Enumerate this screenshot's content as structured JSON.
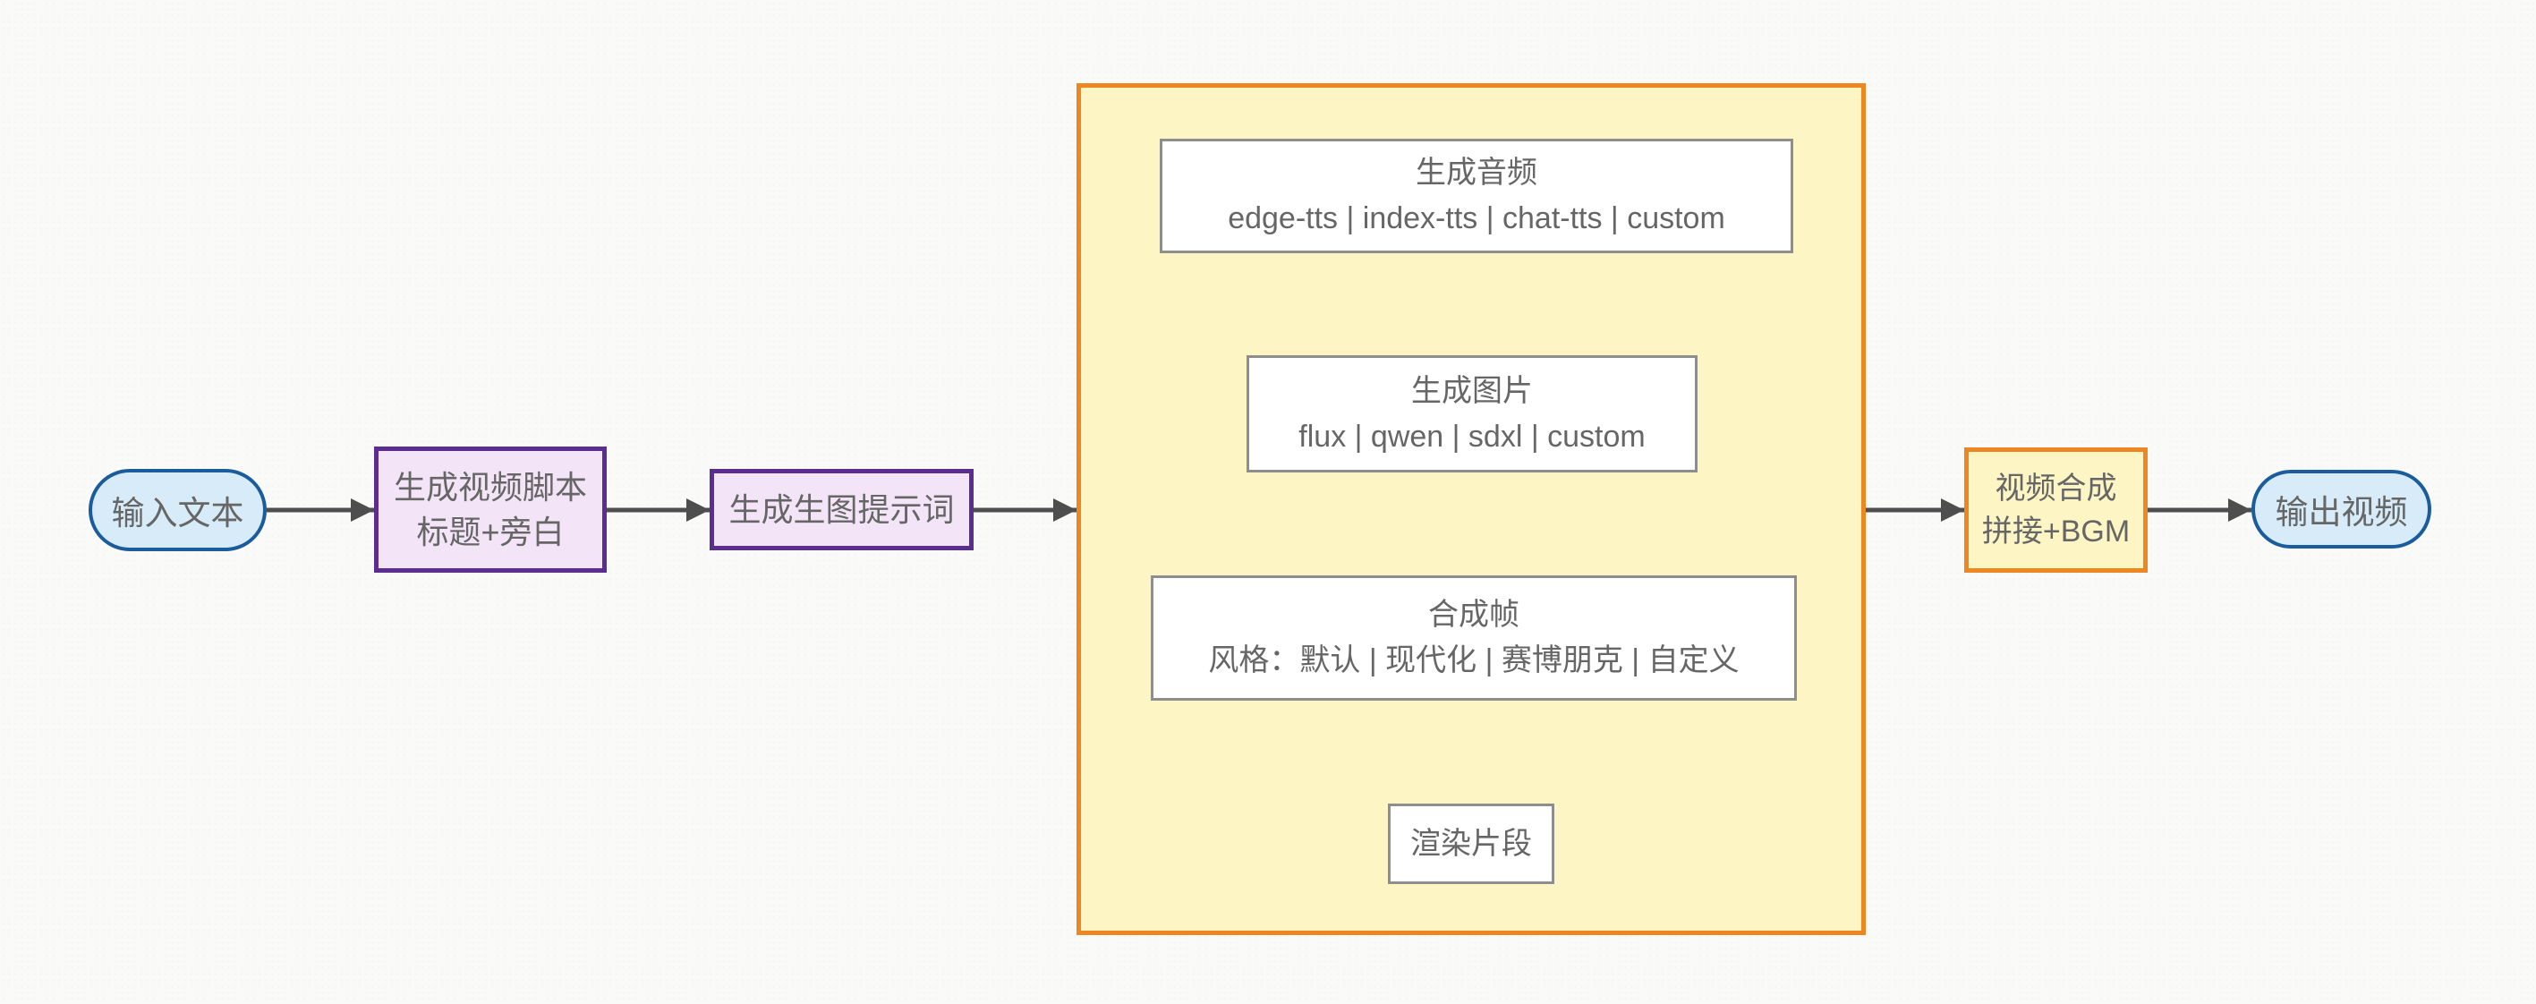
{
  "diagram": {
    "type": "flowchart",
    "direction": "left-to-right",
    "nodes": {
      "input_text": {
        "shape": "stadium",
        "label": "输入文本"
      },
      "generate_script": {
        "shape": "rect",
        "lines": [
          "生成视频脚本",
          "标题+旁白"
        ]
      },
      "generate_image_prompt": {
        "shape": "rect",
        "label": "生成生图提示词"
      },
      "clip_pipeline": {
        "shape": "subgraph"
      },
      "generate_audio": {
        "shape": "rect",
        "title": "生成音频",
        "options": "edge-tts | index-tts | chat-tts | custom"
      },
      "generate_image": {
        "shape": "rect",
        "title": "生成图片",
        "options": "flux | qwen | sdxl | custom"
      },
      "compose_frame": {
        "shape": "rect",
        "title": "合成帧",
        "options": "风格：默认 | 现代化 | 赛博朋克 | 自定义"
      },
      "render_clip": {
        "shape": "rect",
        "label": "渲染片段"
      },
      "video_compose": {
        "shape": "rect",
        "lines": [
          "视频合成",
          "拼接+BGM"
        ]
      },
      "output_video": {
        "shape": "stadium",
        "label": "输出视频"
      }
    },
    "edges": [
      {
        "from": "input_text",
        "to": "generate_script"
      },
      {
        "from": "generate_script",
        "to": "generate_image_prompt"
      },
      {
        "from": "generate_image_prompt",
        "to": "clip_pipeline"
      },
      {
        "from": "generate_audio",
        "to": "generate_image"
      },
      {
        "from": "generate_image",
        "to": "compose_frame"
      },
      {
        "from": "compose_frame",
        "to": "render_clip"
      },
      {
        "from": "clip_pipeline",
        "to": "video_compose"
      },
      {
        "from": "video_compose",
        "to": "output_video"
      }
    ],
    "colors": {
      "background": "#fafaf9",
      "terminal_fill": "#d7ebf8",
      "terminal_border": "#1a5c9c",
      "process_fill": "#f3e5f7",
      "process_border": "#5c2d91",
      "subgraph_fill": "#fdf5c4",
      "subgraph_border": "#ee8722",
      "step_fill": "#ffffff",
      "step_border": "#8e8e8e",
      "arrow": "#4e4e4e",
      "text": "#666666"
    }
  }
}
